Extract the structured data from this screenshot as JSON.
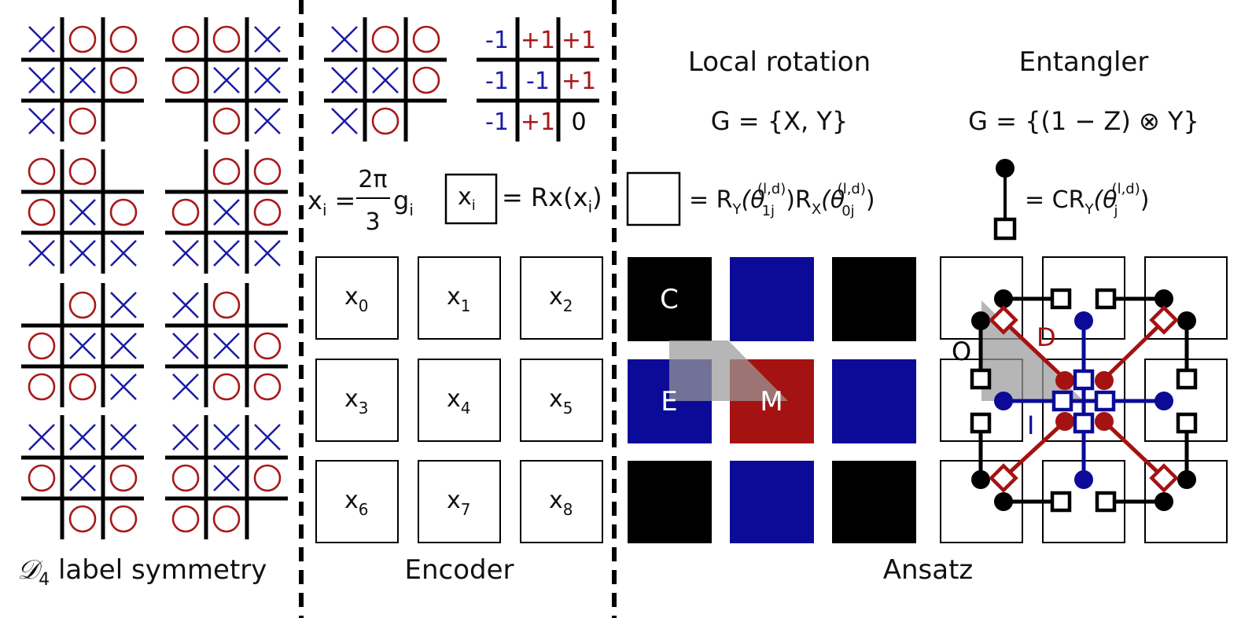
{
  "colors": {
    "x_blue": "#1c1ca6",
    "o_red": "#a81818",
    "black": "#000000",
    "corner_black": "#000000",
    "edge_blue": "#0b0b98",
    "middle_red": "#a51212",
    "shade_gray": "#9a9a9a"
  },
  "symmetry": {
    "caption_symbol": "𝒟",
    "caption_sub": "4",
    "caption_text": " label symmetry",
    "boards": [
      [
        "X",
        "O",
        "O",
        "X",
        "X",
        "O",
        "X",
        "O",
        ""
      ],
      [
        "O",
        "O",
        "X",
        "O",
        "X",
        "X",
        "",
        "O",
        "X"
      ],
      [
        "O",
        "O",
        "",
        "O",
        "X",
        "O",
        "X",
        "X",
        "X"
      ],
      [
        "",
        "O",
        "O",
        "O",
        "X",
        "O",
        "X",
        "X",
        "X"
      ],
      [
        "",
        "O",
        "X",
        "O",
        "X",
        "X",
        "O",
        "O",
        "X"
      ],
      [
        "X",
        "O",
        "",
        "X",
        "X",
        "O",
        "X",
        "O",
        "O"
      ],
      [
        "X",
        "X",
        "X",
        "O",
        "X",
        "O",
        "",
        "O",
        "O"
      ],
      [
        "X",
        "X",
        "X",
        "O",
        "X",
        "O",
        "O",
        "O",
        ""
      ]
    ]
  },
  "encoder": {
    "caption": "Encoder",
    "example_board": [
      "X",
      "O",
      "O",
      "X",
      "X",
      "O",
      "X",
      "O",
      ""
    ],
    "value_board": [
      "-1",
      "+1",
      "+1",
      "-1",
      "-1",
      "+1",
      "-1",
      "+1",
      "0"
    ],
    "formula": {
      "lhs": "x",
      "lhs_sub": "i",
      "eq": "=",
      "num": "2π",
      "den": "3",
      "g": "g",
      "g_sub": "i"
    },
    "gate": {
      "box": "x",
      "box_sub": "i",
      "rhs": "= Rx(x",
      "rhs_sub": "i",
      "rhs_close": ")"
    },
    "cells": [
      {
        "sym": "x",
        "sub": "0"
      },
      {
        "sym": "x",
        "sub": "1"
      },
      {
        "sym": "x",
        "sub": "2"
      },
      {
        "sym": "x",
        "sub": "3"
      },
      {
        "sym": "x",
        "sub": "4"
      },
      {
        "sym": "x",
        "sub": "5"
      },
      {
        "sym": "x",
        "sub": "6"
      },
      {
        "sym": "x",
        "sub": "7"
      },
      {
        "sym": "x",
        "sub": "8"
      }
    ]
  },
  "ansatz": {
    "caption": "Ansatz",
    "local_title": "Local rotation",
    "local_set": "G = {X, Y}",
    "local_gate": {
      "a": "= R",
      "a_sub": "Y",
      "b": "(θ",
      "b_sub": "1j",
      "b_sup": "(l,d)",
      "c": ")R",
      "c_sub": "X",
      "d": "(θ",
      "d_sub": "0j",
      "d_sup": "(l,d)",
      "e": ")"
    },
    "ent_title": "Entangler",
    "ent_set": "G = {(1 − Z) ⊗ Y}",
    "ent_gate": {
      "a": "= CR",
      "a_sub": "Y",
      "b": "(θ",
      "b_sub": "j",
      "b_sup": "(l,d)",
      "c": ")"
    },
    "grid_labels": {
      "corner": "C",
      "edge": "E",
      "middle": "M"
    },
    "qubit_labels": {
      "outer": "O",
      "diagonal": "D",
      "inner": "I"
    }
  }
}
